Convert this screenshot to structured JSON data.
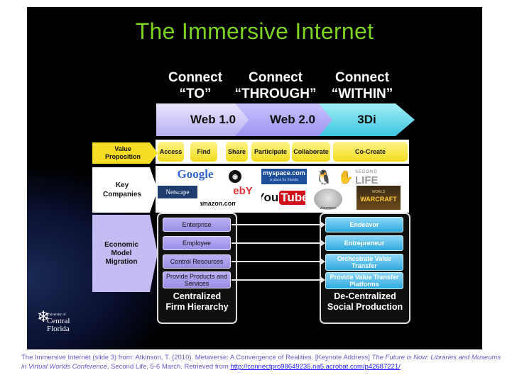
{
  "title": "The Immersive Internet",
  "columns": [
    {
      "line1": "Connect",
      "line2": "“TO”",
      "stage": "Web 1.0"
    },
    {
      "line1": "Connect",
      "line2": "“THROUGH”",
      "stage": "Web 2.0"
    },
    {
      "line1": "Connect",
      "line2": "“WITHIN”",
      "stage": "3Di"
    }
  ],
  "rows": {
    "value_proposition": {
      "line1": "Value",
      "line2": "Proposition"
    },
    "key_companies": {
      "line1": "Key",
      "line2": "Companies"
    },
    "economic_model": {
      "line1": "Economic",
      "line2": "Model",
      "line3": "Migration"
    }
  },
  "value_items": [
    "Access",
    "Find",
    "Share",
    "Participate",
    "Collaborate",
    "Co-Create"
  ],
  "companies": {
    "google": "Google",
    "netscape": "Netscape",
    "amazon": "amazon.com",
    "ebay": "ebY",
    "myspace": "myspace.com",
    "myspace_tag": "a place for friends",
    "youtube_you": "You",
    "youtube_tube": "Tube",
    "wikipedia": "WIKIPEDIA",
    "secondlife_top": "SECOND",
    "secondlife_bottom": "LIFE",
    "wow_top": "WORLD",
    "wow_bottom": "WARCRAFT"
  },
  "centralized": {
    "items": [
      "Enterprise",
      "Employee",
      "Control Resources",
      "Provide Products and Services"
    ],
    "label_line1": "Centralized",
    "label_line2": "Firm Hierarchy"
  },
  "decentralized": {
    "items": [
      "Endeavor",
      "Entrepreneur",
      "Orchestrate Value Transfer",
      "Provide Value Transfer Platforms"
    ],
    "label_line1": "De-Centralized",
    "label_line2": "Social Production"
  },
  "ucf_logo": {
    "line1": "University of",
    "line2": "Central",
    "line3": "Florida"
  },
  "caption": {
    "text1": "The Immersive Internet (slide 3) from: Atkinson, T. (2010). Metaverse: A Convergence of Realities. [Keynote Address] ",
    "italic": "The Future is Now: Libraries and Museums in Virtual Worlds Conference",
    "text2": ", Second Life, 5-6 March. Retrieved from ",
    "link": "http://connectpro98649235.na5.acrobat.com/p42687221/"
  },
  "colors": {
    "title_green": "#7ed321",
    "chevron_web1": "#b7b0f2",
    "chevron_3di": "#3cc5e0",
    "value_yellow": "#f6dd23",
    "caption_purple": "#6b57c9"
  }
}
